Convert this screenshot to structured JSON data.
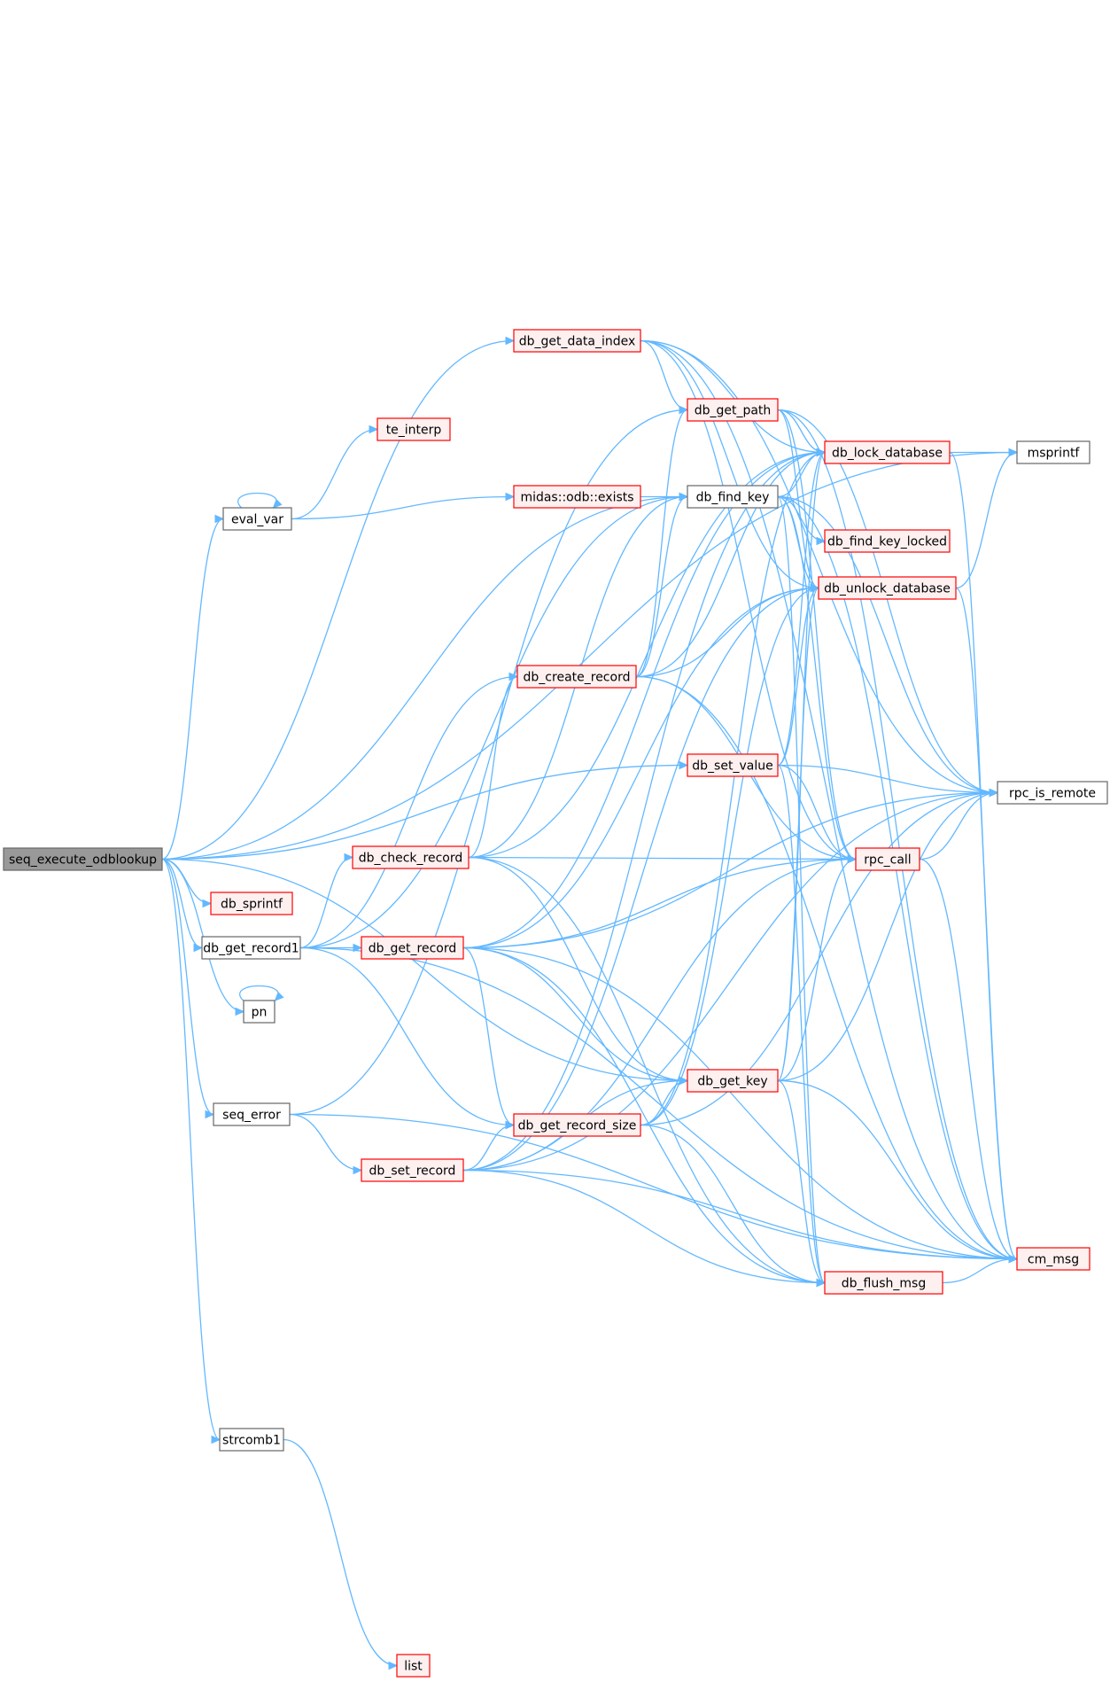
{
  "graph": {
    "root": "seq_execute_odblookup",
    "nodes": [
      {
        "id": "seq_execute_odblookup",
        "label": "seq_execute_odblookup",
        "style": "root"
      },
      {
        "id": "te_interp",
        "label": "te_interp",
        "style": "red"
      },
      {
        "id": "eval_var",
        "label": "eval_var",
        "style": "plain"
      },
      {
        "id": "db_get_data_index",
        "label": "db_get_data_index",
        "style": "red"
      },
      {
        "id": "db_get_path",
        "label": "db_get_path",
        "style": "red"
      },
      {
        "id": "db_lock_database",
        "label": "db_lock_database",
        "style": "red"
      },
      {
        "id": "msprintf",
        "label": "msprintf",
        "style": "plain"
      },
      {
        "id": "midas_odb_exists",
        "label": "midas::odb::exists",
        "style": "red"
      },
      {
        "id": "db_find_key",
        "label": "db_find_key",
        "style": "plain"
      },
      {
        "id": "db_find_key_locked",
        "label": "db_find_key_locked",
        "style": "red"
      },
      {
        "id": "db_unlock_database",
        "label": "db_unlock_database",
        "style": "red"
      },
      {
        "id": "db_create_record",
        "label": "db_create_record",
        "style": "red"
      },
      {
        "id": "db_set_value",
        "label": "db_set_value",
        "style": "red"
      },
      {
        "id": "rpc_is_remote",
        "label": "rpc_is_remote",
        "style": "plain"
      },
      {
        "id": "db_check_record",
        "label": "db_check_record",
        "style": "red"
      },
      {
        "id": "rpc_call",
        "label": "rpc_call",
        "style": "red"
      },
      {
        "id": "db_sprintf",
        "label": "db_sprintf",
        "style": "red"
      },
      {
        "id": "db_get_record1",
        "label": "db_get_record1",
        "style": "plain"
      },
      {
        "id": "db_get_record",
        "label": "db_get_record",
        "style": "red"
      },
      {
        "id": "pn",
        "label": "pn",
        "style": "plain"
      },
      {
        "id": "db_get_key",
        "label": "db_get_key",
        "style": "red"
      },
      {
        "id": "seq_error",
        "label": "seq_error",
        "style": "plain"
      },
      {
        "id": "db_get_record_size",
        "label": "db_get_record_size",
        "style": "red"
      },
      {
        "id": "db_set_record",
        "label": "db_set_record",
        "style": "red"
      },
      {
        "id": "cm_msg",
        "label": "cm_msg",
        "style": "red"
      },
      {
        "id": "db_flush_msg",
        "label": "db_flush_msg",
        "style": "red"
      },
      {
        "id": "strcomb1",
        "label": "strcomb1",
        "style": "plain"
      },
      {
        "id": "list",
        "label": "list",
        "style": "red"
      }
    ],
    "edges": [
      [
        "seq_execute_odblookup",
        "msprintf"
      ],
      [
        "seq_execute_odblookup",
        "db_get_data_index"
      ],
      [
        "seq_execute_odblookup",
        "db_find_key"
      ],
      [
        "seq_execute_odblookup",
        "eval_var"
      ],
      [
        "seq_execute_odblookup",
        "db_set_value"
      ],
      [
        "seq_execute_odblookup",
        "db_get_key"
      ],
      [
        "seq_execute_odblookup",
        "db_sprintf"
      ],
      [
        "seq_execute_odblookup",
        "db_get_record1"
      ],
      [
        "seq_execute_odblookup",
        "pn"
      ],
      [
        "seq_execute_odblookup",
        "seq_error"
      ],
      [
        "seq_execute_odblookup",
        "strcomb1"
      ],
      [
        "eval_var",
        "eval_var"
      ],
      [
        "eval_var",
        "te_interp"
      ],
      [
        "eval_var",
        "midas_odb_exists"
      ],
      [
        "midas_odb_exists",
        "db_find_key"
      ],
      [
        "db_get_data_index",
        "db_get_path"
      ],
      [
        "db_get_data_index",
        "db_lock_database"
      ],
      [
        "db_get_data_index",
        "db_unlock_database"
      ],
      [
        "db_get_data_index",
        "rpc_call"
      ],
      [
        "db_get_data_index",
        "rpc_is_remote"
      ],
      [
        "db_get_data_index",
        "cm_msg"
      ],
      [
        "db_get_path",
        "db_lock_database"
      ],
      [
        "db_get_path",
        "db_unlock_database"
      ],
      [
        "db_get_path",
        "rpc_call"
      ],
      [
        "db_get_path",
        "rpc_is_remote"
      ],
      [
        "db_get_path",
        "cm_msg"
      ],
      [
        "db_lock_database",
        "msprintf"
      ],
      [
        "db_lock_database",
        "cm_msg"
      ],
      [
        "db_unlock_database",
        "msprintf"
      ],
      [
        "db_unlock_database",
        "cm_msg"
      ],
      [
        "db_find_key",
        "db_lock_database"
      ],
      [
        "db_find_key",
        "db_find_key_locked"
      ],
      [
        "db_find_key",
        "db_unlock_database"
      ],
      [
        "db_find_key",
        "rpc_call"
      ],
      [
        "db_find_key",
        "rpc_is_remote"
      ],
      [
        "db_find_key",
        "db_flush_msg"
      ],
      [
        "db_find_key",
        "cm_msg"
      ],
      [
        "db_create_record",
        "db_get_path"
      ],
      [
        "db_create_record",
        "db_find_key"
      ],
      [
        "db_create_record",
        "db_lock_database"
      ],
      [
        "db_create_record",
        "db_unlock_database"
      ],
      [
        "db_create_record",
        "rpc_call"
      ],
      [
        "db_create_record",
        "cm_msg"
      ],
      [
        "db_set_value",
        "db_lock_database"
      ],
      [
        "db_set_value",
        "db_unlock_database"
      ],
      [
        "db_set_value",
        "rpc_call"
      ],
      [
        "db_set_value",
        "rpc_is_remote"
      ],
      [
        "db_set_value",
        "db_flush_msg"
      ],
      [
        "rpc_call",
        "rpc_is_remote"
      ],
      [
        "rpc_call",
        "cm_msg"
      ],
      [
        "db_check_record",
        "db_create_record"
      ],
      [
        "db_check_record",
        "db_find_key"
      ],
      [
        "db_check_record",
        "db_lock_database"
      ],
      [
        "db_check_record",
        "rpc_call"
      ],
      [
        "db_check_record",
        "db_get_key"
      ],
      [
        "db_check_record",
        "db_flush_msg"
      ],
      [
        "db_get_record1",
        "db_check_record"
      ],
      [
        "db_get_record1",
        "db_get_record"
      ],
      [
        "db_get_record1",
        "db_create_record"
      ],
      [
        "db_get_record1",
        "db_find_key"
      ],
      [
        "db_get_record1",
        "db_get_record_size"
      ],
      [
        "db_get_record1",
        "cm_msg"
      ],
      [
        "db_get_record",
        "db_get_key"
      ],
      [
        "db_get_record",
        "db_get_record_size"
      ],
      [
        "db_get_record",
        "db_unlock_database"
      ],
      [
        "db_get_record",
        "rpc_call"
      ],
      [
        "db_get_record",
        "rpc_is_remote"
      ],
      [
        "db_get_record",
        "db_flush_msg"
      ],
      [
        "db_get_record",
        "cm_msg"
      ],
      [
        "db_get_record",
        "db_lock_database"
      ],
      [
        "pn",
        "pn"
      ],
      [
        "db_get_key",
        "db_lock_database"
      ],
      [
        "db_get_key",
        "db_unlock_database"
      ],
      [
        "db_get_key",
        "rpc_call"
      ],
      [
        "db_get_key",
        "rpc_is_remote"
      ],
      [
        "db_get_key",
        "db_flush_msg"
      ],
      [
        "db_get_key",
        "cm_msg"
      ],
      [
        "seq_error",
        "db_set_record"
      ],
      [
        "seq_error",
        "db_get_path"
      ],
      [
        "seq_error",
        "cm_msg"
      ],
      [
        "db_get_record_size",
        "db_get_key"
      ],
      [
        "db_get_record_size",
        "db_lock_database"
      ],
      [
        "db_get_record_size",
        "db_unlock_database"
      ],
      [
        "db_get_record_size",
        "rpc_is_remote"
      ],
      [
        "db_get_record_size",
        "db_flush_msg"
      ],
      [
        "db_set_record",
        "db_get_record_size"
      ],
      [
        "db_set_record",
        "db_get_key"
      ],
      [
        "db_set_record",
        "db_unlock_database"
      ],
      [
        "db_set_record",
        "rpc_call"
      ],
      [
        "db_set_record",
        "rpc_is_remote"
      ],
      [
        "db_set_record",
        "db_flush_msg"
      ],
      [
        "db_set_record",
        "cm_msg"
      ],
      [
        "db_set_record",
        "db_lock_database"
      ],
      [
        "db_flush_msg",
        "cm_msg"
      ],
      [
        "strcomb1",
        "list"
      ]
    ]
  },
  "colors": {
    "edge": "#63b8ff",
    "node_border_plain": "#666666",
    "node_border_red": "#ff0000",
    "node_fill_red": "#fff0f0",
    "node_fill_root": "#999999"
  }
}
